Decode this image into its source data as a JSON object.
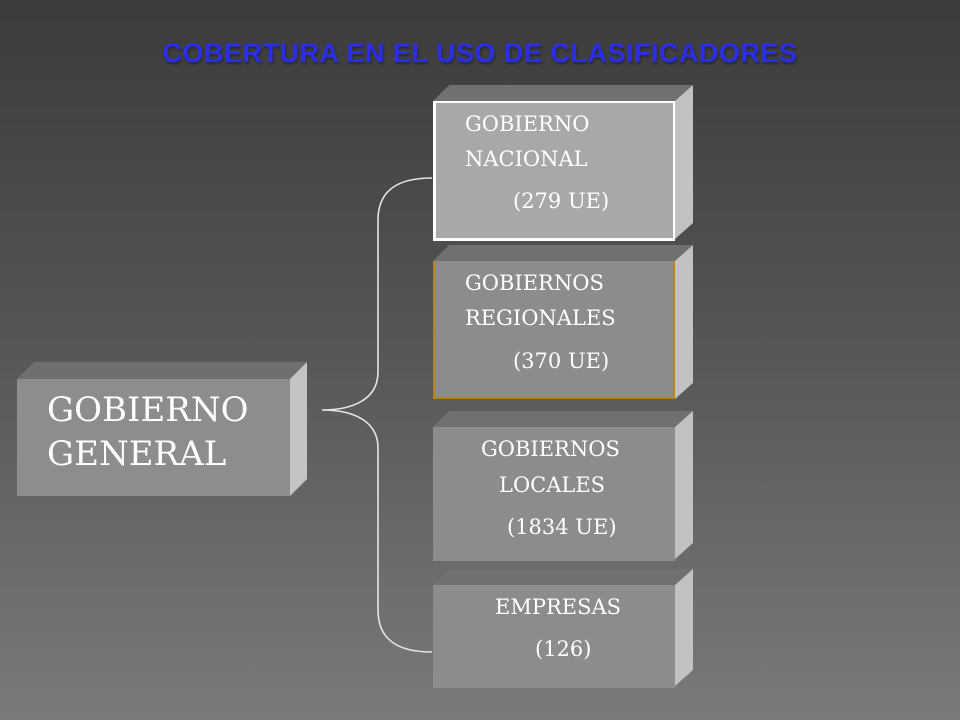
{
  "title": "COBERTURA EN EL USO DE CLASIFICADORES",
  "colors": {
    "title": "#2a2ee8",
    "text": "#ffffff",
    "box_face": "#8c8c8c",
    "box_face_light": "#a9a9a9",
    "box_side": "#bdbdbd",
    "box_top": "#6e6e6e",
    "highlight_border": "#b8860b",
    "connector": "#e8e8e8"
  },
  "root": {
    "line1": "GOBIERNO",
    "line2": "GENERAL"
  },
  "children": [
    {
      "line1": "GOBIERNO",
      "line2": "NACIONAL",
      "count": "(279 UE)"
    },
    {
      "line1": "GOBIERNOS",
      "line2": "REGIONALES",
      "count": "(370 UE)"
    },
    {
      "line1": "GOBIERNOS",
      "line2": "LOCALES",
      "count": "(1834 UE)"
    },
    {
      "line1": "EMPRESAS",
      "count": "(126)"
    }
  ]
}
